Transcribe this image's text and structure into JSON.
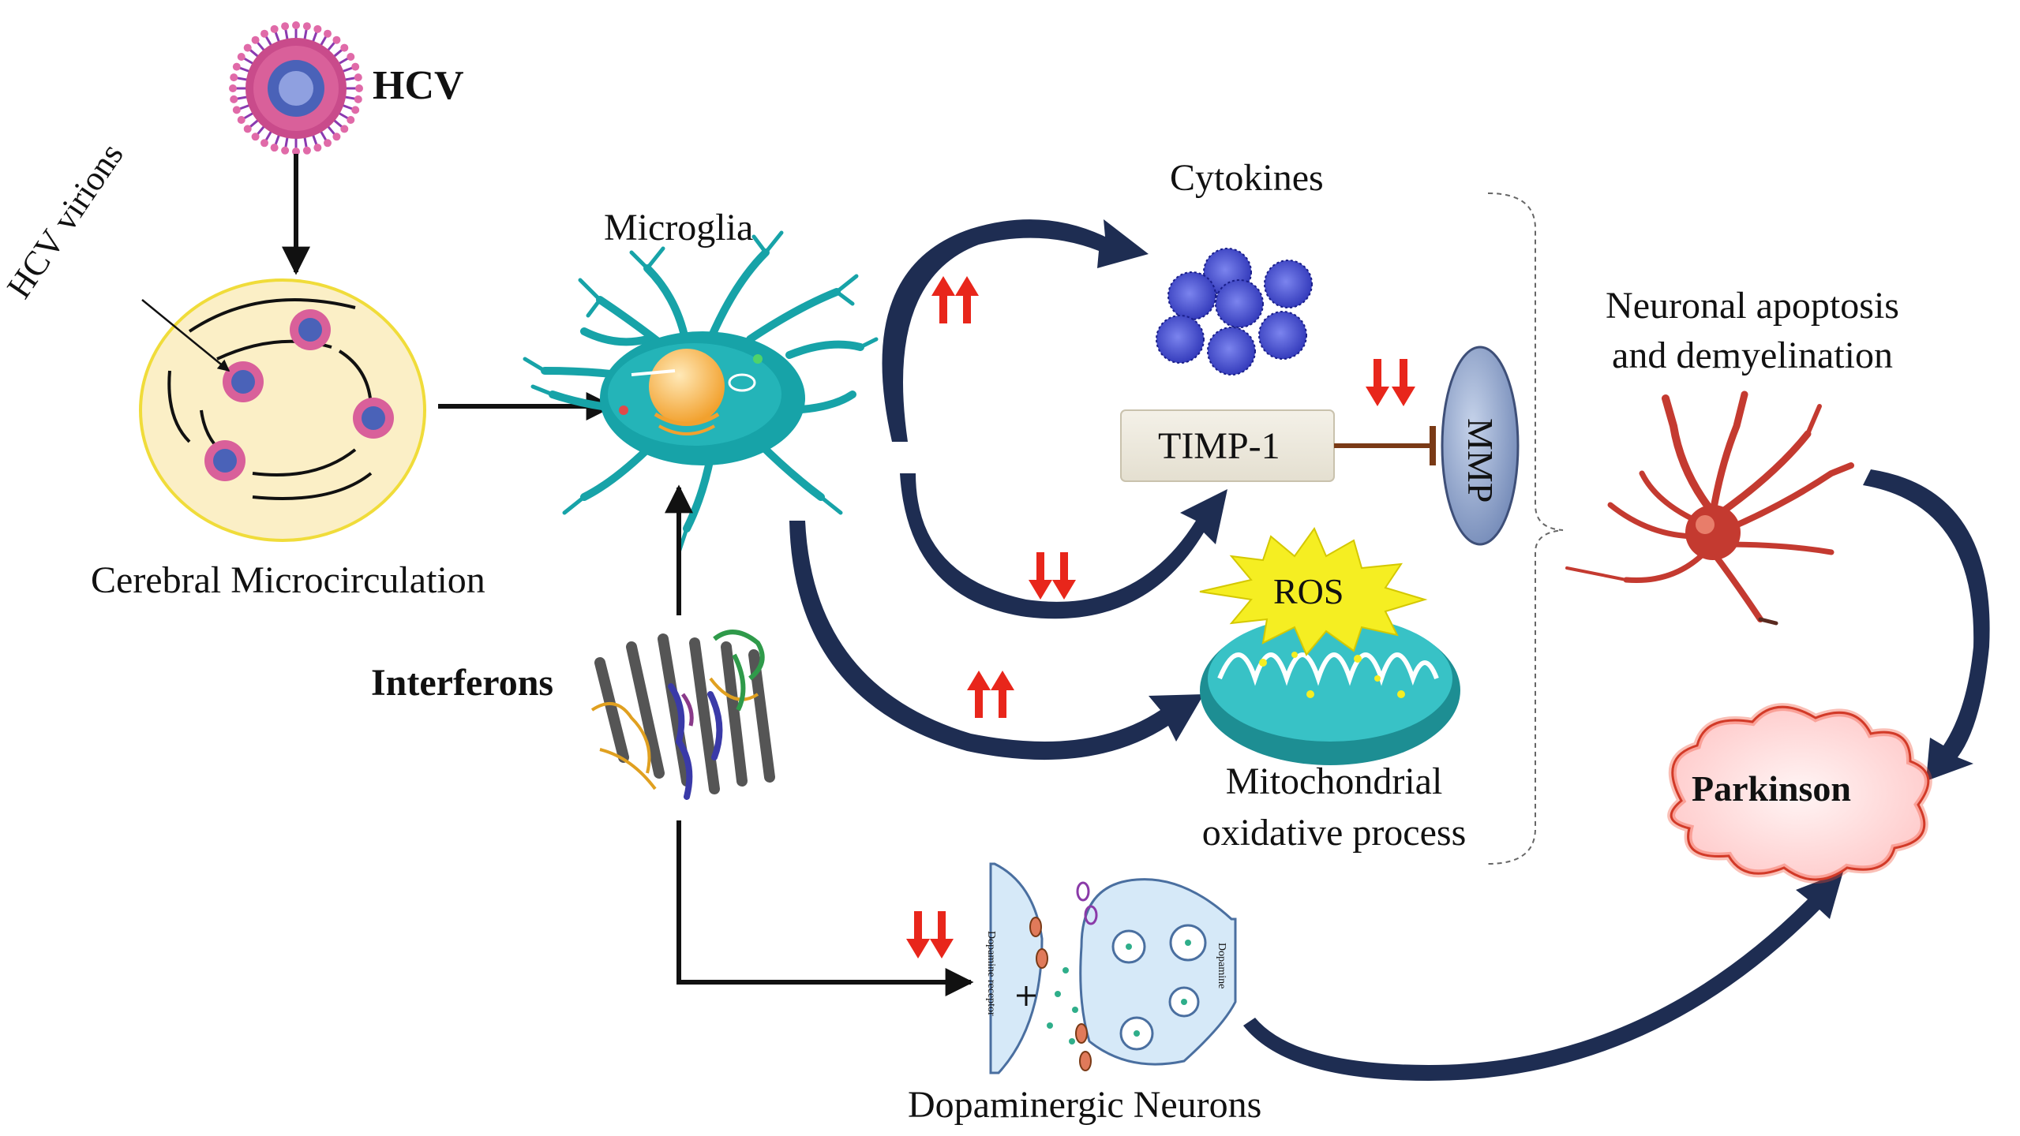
{
  "labels": {
    "hcv": "HCV",
    "hcv_virions": "HCV virions",
    "cerebral_microcirculation": "Cerebral Microcirculation",
    "microglia": "Microglia",
    "cytokines": "Cytokines",
    "timp1": "TIMP-1",
    "mmp": "MMP",
    "ros": "ROS",
    "mito_line1": "Mitochondrial",
    "mito_line2": "oxidative process",
    "apoptosis_line1": "Neuronal apoptosis",
    "apoptosis_line2": "and demyelination",
    "parkinson": "Parkinson",
    "interferons": "Interferons",
    "dopaminergic": "Dopaminergic Neurons",
    "dopamine_receptor": "Dopamine receptor",
    "dopamine": "Dopamine"
  },
  "indicators": {
    "cytokines": "up",
    "timp1_mmp": "down",
    "timp1_pathway": "down",
    "ros": "up",
    "dopaminergic": "down"
  },
  "colors": {
    "curved_arrow": "#1e2d52",
    "red_arrow": "#e8261b",
    "inhibit_line": "#7a3a16",
    "microglia": "#17a3a8",
    "virus_pink": "#d9609a",
    "virus_blue": "#3a4fae",
    "cell_fill": "#fbefc6",
    "cell_border": "#f0dc3a",
    "cytokine": "#3a40c8",
    "ros_star": "#f5ee22",
    "mito": "#28b3b8",
    "mmp_fill": "#8fa4c8",
    "parkinson_cloud": "#ffdcdc",
    "parkinson_glow": "#f2482e",
    "neuron_red": "#c43a30",
    "synapse_fill": "#d6e9f8"
  },
  "icons": [
    "hcv-virus-icon",
    "microglia-cell-icon",
    "cytokine-icon",
    "mitochondria-icon",
    "ros-star-icon",
    "neuron-icon",
    "interferon-protein-icon",
    "synapse-icon",
    "parkinson-cloud-icon"
  ]
}
